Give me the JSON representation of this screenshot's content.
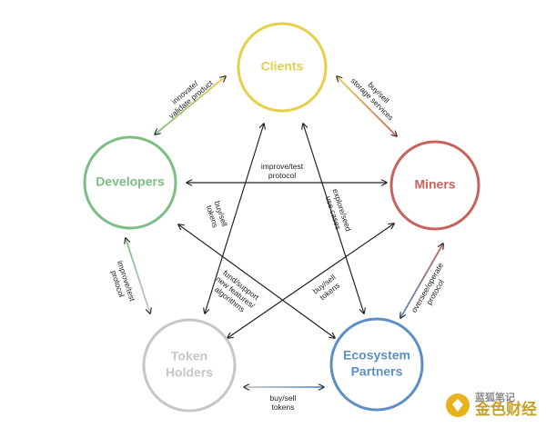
{
  "nodes": {
    "clients": {
      "label": "Clients",
      "color": "#e6cf49"
    },
    "miners": {
      "label": "Miners",
      "color": "#c8625c"
    },
    "ecosystem": {
      "label1": "Ecosystem",
      "label2": "Partners",
      "color": "#5b8fc6"
    },
    "token_holders": {
      "label1": "Token",
      "label2": "Holders",
      "color": "#c6c6c6"
    },
    "developers": {
      "label": "Developers",
      "color": "#7cbf85"
    }
  },
  "edges": {
    "dev_clients": [
      "innovate/",
      "validate product"
    ],
    "clients_miners": [
      "buy/sell",
      "storage services"
    ],
    "dev_miners": [
      "improve/test",
      "protocol"
    ],
    "clients_holders": [
      "buy/sell",
      "tokens"
    ],
    "clients_ecosystem": [
      "explore/seed",
      "use cases"
    ],
    "dev_ecosystem": [
      "fund/support",
      "new features/",
      "algorithms"
    ],
    "miners_holders": [
      "buy/sell",
      "tokens"
    ],
    "dev_holders": [
      "improve/test",
      "protocol"
    ],
    "miners_ecosystem": [
      "oversee/operate",
      "protocol"
    ],
    "holders_ecosystem": [
      "buy/sell",
      "tokens"
    ]
  },
  "watermark": {
    "top": "蓝狐笔记",
    "bottom": "金色财经"
  }
}
